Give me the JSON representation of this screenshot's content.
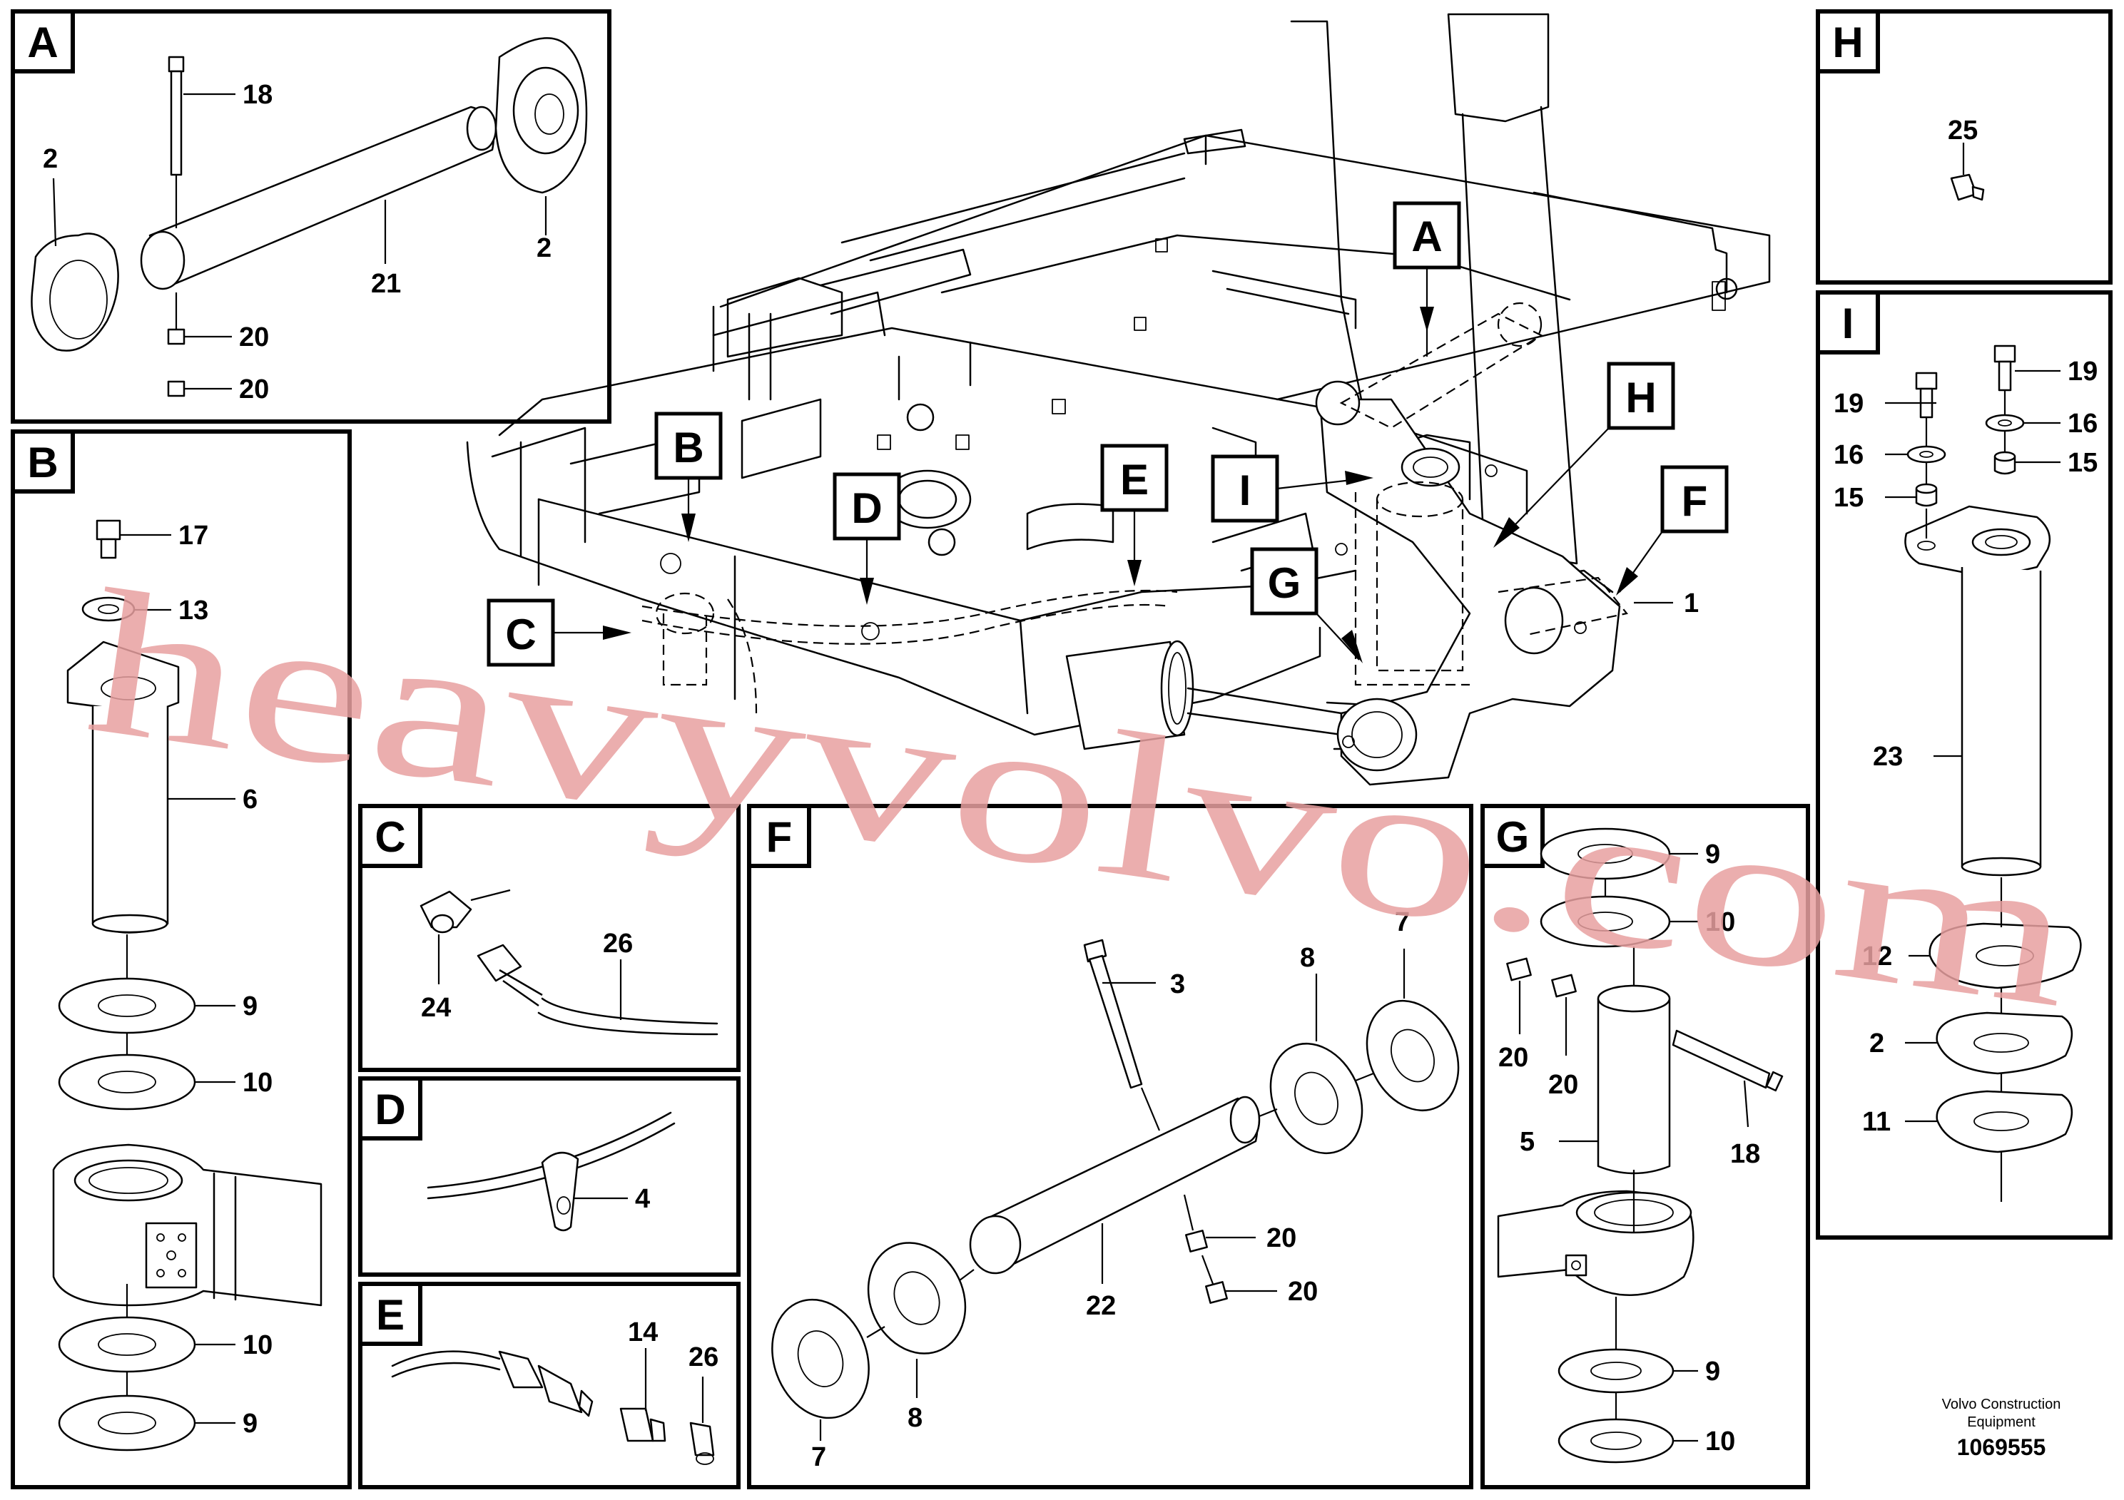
{
  "main": {
    "callouts": {
      "A": "A",
      "B": "B",
      "C": "C",
      "D": "D",
      "E": "E",
      "F": "F",
      "G": "G",
      "H": "H",
      "I": "I"
    },
    "part_number": "1"
  },
  "panels": {
    "A": {
      "title": "A",
      "labels": {
        "l18": "18",
        "l2a": "2",
        "l2b": "2",
        "l21": "21",
        "l20a": "20",
        "l20b": "20"
      }
    },
    "B": {
      "title": "B",
      "labels": {
        "l17": "17",
        "l13": "13",
        "l6": "6",
        "l9a": "9",
        "l10a": "10",
        "l10b": "10",
        "l9b": "9"
      }
    },
    "C": {
      "title": "C",
      "labels": {
        "l26": "26",
        "l24": "24"
      }
    },
    "D": {
      "title": "D",
      "labels": {
        "l4": "4"
      }
    },
    "E": {
      "title": "E",
      "labels": {
        "l14": "14",
        "l26": "26"
      }
    },
    "F": {
      "title": "F",
      "labels": {
        "l3": "3",
        "l8a": "8",
        "l7a": "7",
        "l20a": "20",
        "l20b": "20",
        "l22": "22",
        "l7b": "7",
        "l8b": "8"
      }
    },
    "G": {
      "title": "G",
      "labels": {
        "l9a": "9",
        "l10a": "10",
        "l20a": "20",
        "l20b": "20",
        "l18": "18",
        "l5": "5",
        "l9b": "9",
        "l10b": "10"
      }
    },
    "H": {
      "title": "H",
      "labels": {
        "l25": "25"
      }
    },
    "I": {
      "title": "I",
      "labels": {
        "l19a": "19",
        "l19b": "19",
        "l16a": "16",
        "l16b": "16",
        "l15a": "15",
        "l15b": "15",
        "l23": "23",
        "l12": "12",
        "l2": "2",
        "l11": "11"
      }
    }
  },
  "watermark": "heavyvolvo.com",
  "credit": {
    "line1": "Volvo Construction",
    "line2": "Equipment",
    "number": "1069555"
  }
}
